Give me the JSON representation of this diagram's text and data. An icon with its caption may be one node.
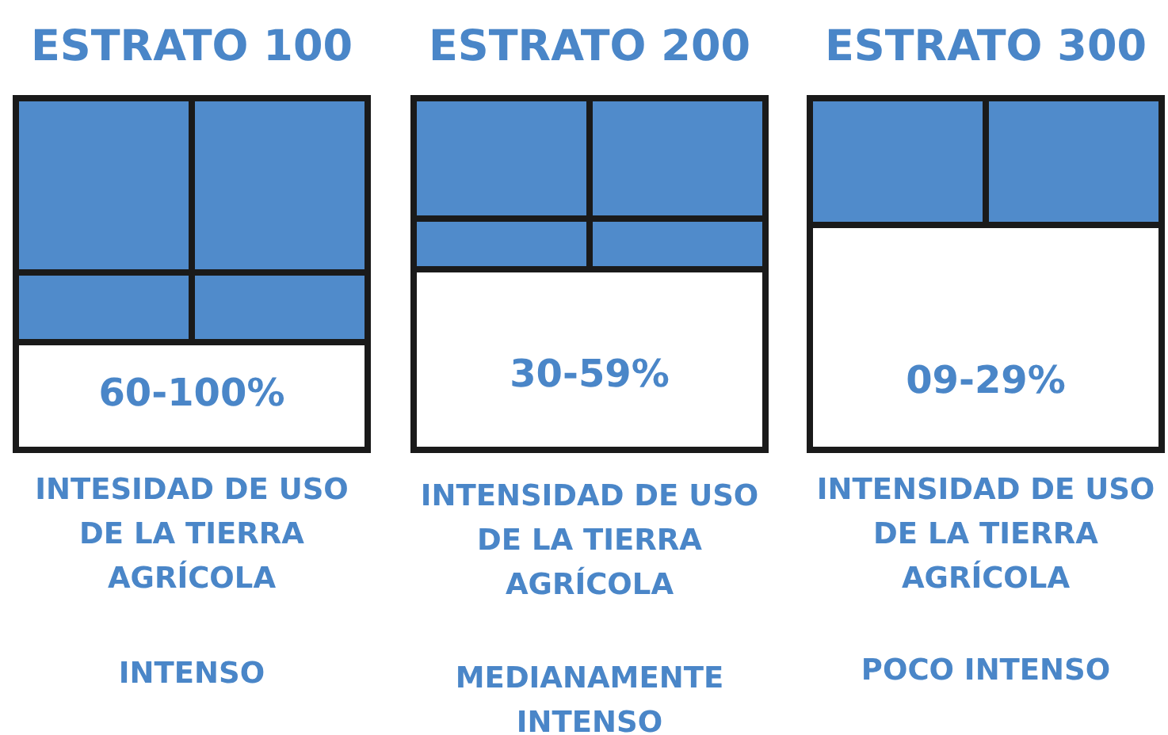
{
  "diagram": {
    "nodes": [
      {
        "text": [
          "ESTRATO 100",
          "60-100%"
        ],
        "beside": [
          "INTESIDAD DE USO DE LA TIERRA AGRÍCOLA",
          "INTENSO"
        ]
      },
      {
        "text": [
          "ESTRATO 200",
          "30-59%"
        ],
        "beside": [
          "INTENSIDAD DE USO DE LA TIERRA AGRÍCOLA",
          "MEDIANAMENTE INTENSO"
        ]
      },
      {
        "text": [
          "ESTRATO 300",
          "09-29%"
        ],
        "beside": [
          "INTENSIDAD DE USO DE LA TIERRA AGRÍCOLA",
          "POCO INTENSO"
        ]
      }
    ]
  }
}
